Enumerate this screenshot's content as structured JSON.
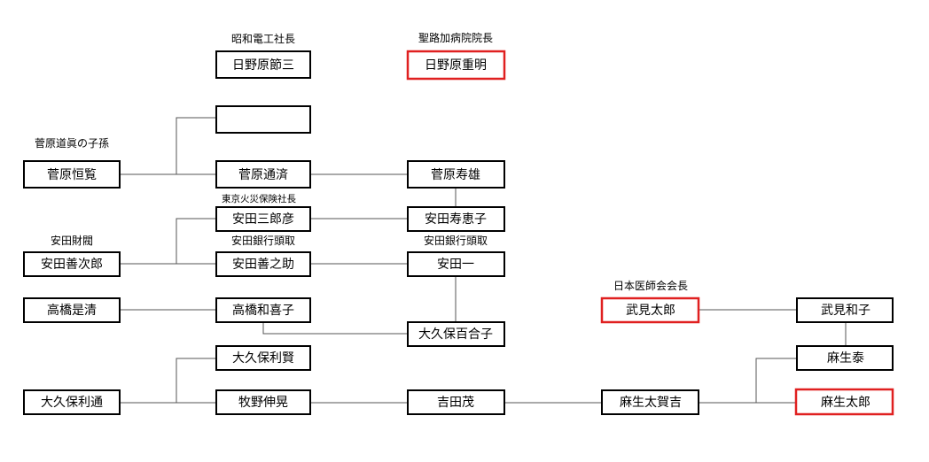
{
  "captions": {
    "hinohara_setsuzo": "昭和電工社長",
    "hinohara_shigeaki": "聖路加病院院長",
    "sugawara_michizane": "菅原道眞の子孫",
    "sugawara_tsuzumi": "東京火災保険社長",
    "yasuda_zaibatsu": "安田財閥",
    "yasuda_zennosuke": "安田銀行頭取",
    "yasuda_hajime": "安田銀行頭取",
    "takemi_taro": "日本医師会会長"
  },
  "people": {
    "hinohara_setsuzo": "日野原節三",
    "hinohara_shigeaki": "日野原重明",
    "empty_box": "",
    "sugawara_tsunemi": "菅原恒覧",
    "sugawara_tsuzumi": "菅原通済",
    "sugawara_toshio": "菅原寿雄",
    "yasuda_saburohiko": "安田三郎彦",
    "yasuda_sueko": "安田寿恵子",
    "yasuda_zenjiro": "安田善次郎",
    "yasuda_zennosuke": "安田善之助",
    "yasuda_hajime": "安田一",
    "takahashi_korekiyo": "高橋是清",
    "takahashi_wakiko": "高橋和喜子",
    "okubo_yuriko": "大久保百合子",
    "okubo_toshikata": "大久保利賢",
    "okubo_toshimichi": "大久保利通",
    "makino_nobuaki": "牧野伸晃",
    "yoshida_shigeru": "吉田茂",
    "aso_takakichi": "麻生太賀吉",
    "takemi_taro": "武見太郎",
    "takemi_kazuko": "武見和子",
    "aso_yutaka": "麻生泰",
    "aso_taro": "麻生太郎"
  },
  "colors": {
    "box_border": "#000000",
    "highlight_border": "#e02020",
    "connector": "#555555"
  }
}
